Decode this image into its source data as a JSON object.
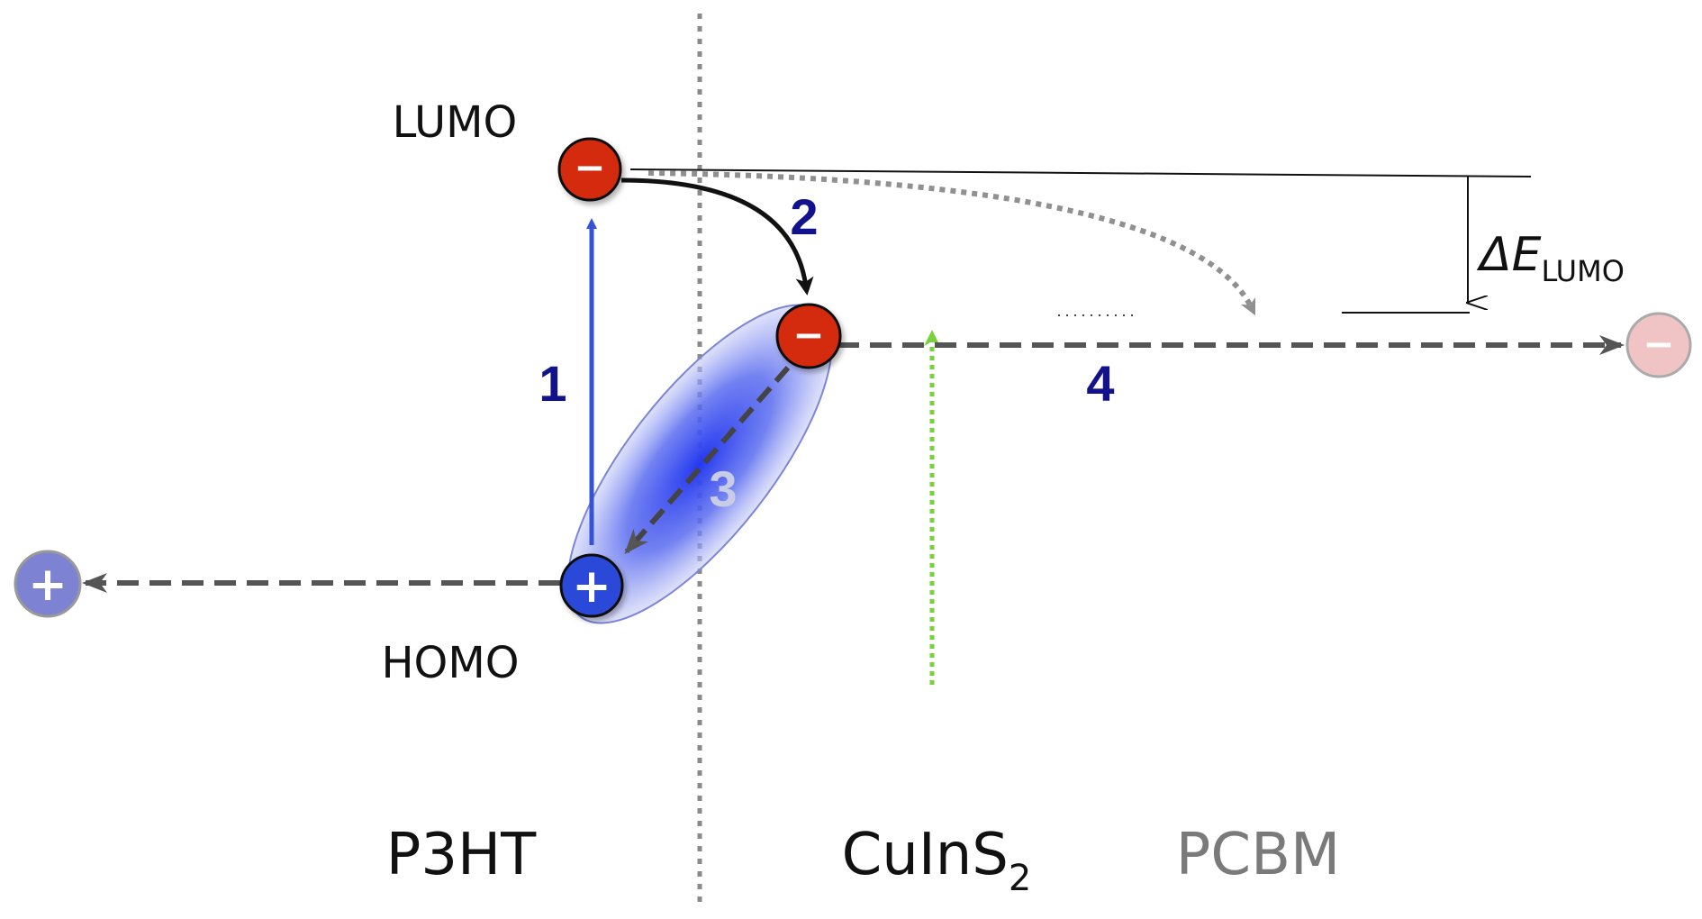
{
  "labels": {
    "lumo": "LUMO",
    "homo": "HOMO",
    "delta_symbol": "ΔE",
    "delta_subscript": "LUMO",
    "p3ht": "P3HT",
    "cuins2_main": "CuInS",
    "cuins2_sub": "2",
    "pcbm": "PCBM"
  },
  "steps": {
    "s1": "1",
    "s2": "2",
    "s3": "3",
    "s4": "4"
  },
  "charges": {
    "electron": "−",
    "hole": "+"
  },
  "colors": {
    "p3ht_level": "#3653d6",
    "cuins2_level": "#78d23c",
    "pcbm_level": "#c6c6c6",
    "electron_fill": "#d42a0f",
    "hole_fill": "#2a49d8",
    "step_number": "#12128c",
    "exciton": "#3040e0"
  }
}
